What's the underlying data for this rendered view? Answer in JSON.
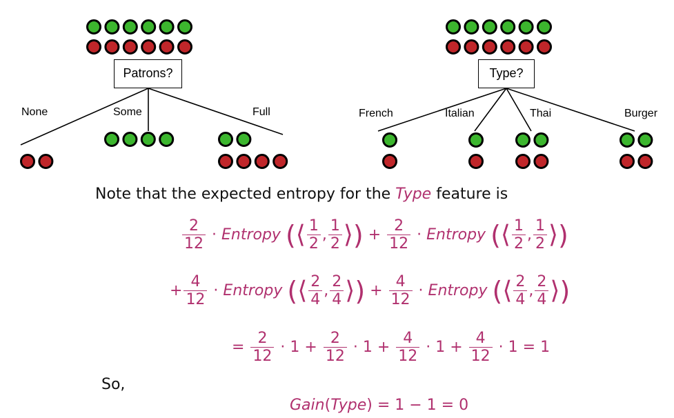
{
  "colors": {
    "positive": "#3cb62e",
    "negative": "#c0262a",
    "math": "#b0306e"
  },
  "patrons_tree": {
    "question": "Patrons?",
    "root": {
      "green": 6,
      "red": 6
    },
    "branches": [
      {
        "label": "None",
        "green": 0,
        "red": 2
      },
      {
        "label": "Some",
        "green": 4,
        "red": 0
      },
      {
        "label": "Full",
        "green": 2,
        "red": 4
      }
    ]
  },
  "type_tree": {
    "question": "Type?",
    "root": {
      "green": 6,
      "red": 6
    },
    "branches": [
      {
        "label": "French",
        "green": 1,
        "red": 1
      },
      {
        "label": "Italian",
        "green": 1,
        "red": 1
      },
      {
        "label": "Thai",
        "green": 2,
        "red": 2
      },
      {
        "label": "Burger",
        "green": 2,
        "red": 2
      }
    ]
  },
  "text": {
    "note_prefix": "Note that the expected entropy for the ",
    "note_feature": "Type",
    "note_suffix": " feature is",
    "so": "So,"
  },
  "math": {
    "entropy": "Entropy",
    "line1": {
      "w1_num": "2",
      "w1_den": "12",
      "a_num": "1",
      "a_den": "2",
      "b_num": "1",
      "b_den": "2",
      "w2_num": "2",
      "w2_den": "12",
      "c_num": "1",
      "c_den": "2",
      "d_num": "1",
      "d_den": "2"
    },
    "line2": {
      "w1_num": "4",
      "w1_den": "12",
      "a_num": "2",
      "a_den": "4",
      "b_num": "2",
      "b_den": "4",
      "w2_num": "4",
      "w2_den": "12",
      "c_num": "2",
      "c_den": "4",
      "d_num": "2",
      "d_den": "4"
    },
    "line3": {
      "f1_num": "2",
      "f1_den": "12",
      "f2_num": "2",
      "f2_den": "12",
      "f3_num": "4",
      "f3_den": "12",
      "f4_num": "4",
      "f4_den": "12",
      "one": "1",
      "result": "1"
    },
    "gain": {
      "func": "Gain",
      "arg": "Type",
      "expr": " = 1 − 1 = 0"
    }
  }
}
